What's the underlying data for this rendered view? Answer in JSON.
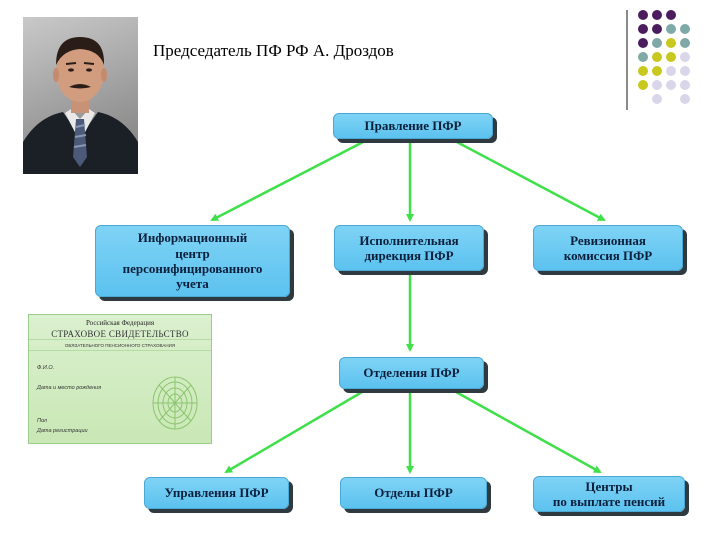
{
  "caption": "Председатель ПФ РФ А. Дроздов",
  "icons": {
    "portrait": "portrait-photo",
    "certificate": "insurance-certificate-image"
  },
  "colors": {
    "box_fill": "#5cc2ef",
    "box_text": "#0a1f3c",
    "arrow": "#3fe04a",
    "dot_purple": "#4b1d5e",
    "dot_teal": "#7fa9a6",
    "dot_yellow": "#c8c81e",
    "dot_lavender": "#d8d6e8"
  },
  "org": {
    "board": "Правление ПФР",
    "info_center": [
      "Информационный",
      "центр",
      "персонифицированного",
      "учета"
    ],
    "exec_directorate": [
      "Исполнительная",
      "дирекция ПФР"
    ],
    "audit_commission": [
      "Ревизионная",
      "комиссия ПФР"
    ],
    "branches": "Отделения ПФР",
    "administrations": "Управления ПФР",
    "departments": "Отделы ПФР",
    "pension_centers": [
      "Центры",
      "по выплате пенсий"
    ]
  },
  "certificate": {
    "country": "Российская Федерация",
    "title": "СТРАХОВОЕ СВИДЕТЕЛЬСТВО",
    "subtitle": "ОБЯЗАТЕЛЬНОГО ПЕНСИОННОГО СТРАХОВАНИЯ",
    "field_name": "Ф.И.О.",
    "field_birth": "Дата и место рождения",
    "field_sex": "Пол",
    "field_reg": "Дата регистрации"
  }
}
